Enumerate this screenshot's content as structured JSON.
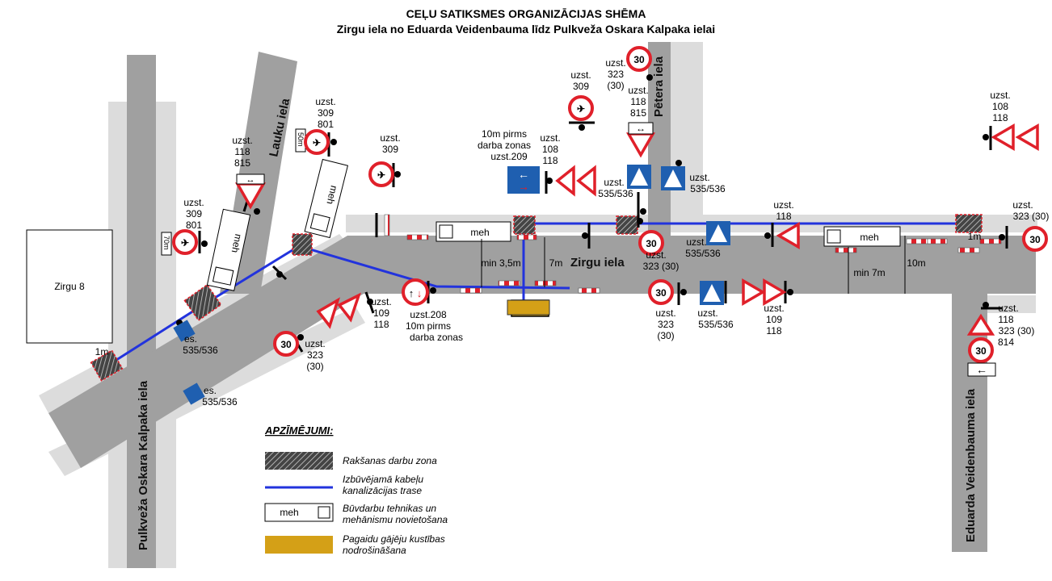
{
  "title": {
    "line1": "CEĻU SATIKSMES ORGANIZĀCIJAS SHĒMA",
    "line2": "Zirgu iela no Eduarda Veidenbauma līdz Pulkveža Oskara Kalpaka ielai"
  },
  "streets": {
    "zirgu": "Zirgu iela",
    "lauku": "Lauku iela",
    "petera": "Pētera iela",
    "kalpaka": "Pulkveža Oskara Kalpaka iela",
    "veidenbauma": "Eduarda Veidenbauma iela"
  },
  "building": "Zirgu 8",
  "vehicle_label": "meh",
  "dims": {
    "d1m": "1m",
    "d70m": "70m",
    "d50m": "50m",
    "min35": "min 3,5m",
    "d7m": "7m",
    "min7": "min 7m",
    "d10m": "10m"
  },
  "labels": {
    "s_309_801_a": [
      "uzst.",
      "309",
      "801"
    ],
    "s_118_815_a": [
      "uzst.",
      "118",
      "815"
    ],
    "s_309_801_b": [
      "uzst.",
      "309",
      "801"
    ],
    "s_309_c": [
      "uzst.",
      "309"
    ],
    "s_209": [
      "10m pirms",
      "darba zonas",
      "uzst.209"
    ],
    "s_108_118_a": [
      "uzst.",
      "108",
      "118"
    ],
    "s_309_d": [
      "uzst.",
      "309"
    ],
    "s_323_30_top": [
      "uzst.",
      "323",
      "(30)"
    ],
    "s_118_815_b": [
      "uzst.",
      "118",
      "815"
    ],
    "s_535_536_a": [
      "uzst.",
      "535/536"
    ],
    "s_535_536_b": [
      "uzst.",
      "535/536"
    ],
    "s_108_118_b": [
      "uzst.",
      "108",
      "118"
    ],
    "s_118_c": [
      "uzst.",
      "118"
    ],
    "s_323_30_right": [
      "uzst.",
      "323 (30)"
    ],
    "s_323_30_mid": [
      "uzst.",
      "323 (30)"
    ],
    "s_535_536_c": [
      "uzst.",
      "535/536"
    ],
    "s_323_30_low": [
      "uzst.",
      "323",
      "(30)"
    ],
    "s_535_536_d": [
      "uzst.",
      "535/536"
    ],
    "s_109_118_a": [
      "uzst.",
      "109",
      "118"
    ],
    "s_118_323_814": [
      "uzst.",
      "118",
      "323 (30)",
      "814"
    ],
    "s_208": [
      "uzst.208",
      "10m pirms",
      "darba zonas"
    ],
    "s_109_118_b": [
      "uzst.",
      "109",
      "118"
    ],
    "s_323_30_left": [
      "uzst.",
      "323",
      "(30)"
    ],
    "es_1": [
      "es.",
      "535/536"
    ],
    "es_2": [
      "es.",
      "535/536"
    ]
  },
  "speed_value": "30",
  "legend": {
    "title": "APZĪMĒJUMI:",
    "items": [
      {
        "key": "work_zone",
        "text": [
          "Rakšanas darbu zona"
        ]
      },
      {
        "key": "cable_route",
        "text": [
          "Izbūvējamā kabeļu",
          "kanalizācijas trase"
        ]
      },
      {
        "key": "machinery",
        "text": [
          "Būvdarbu tehnikas un",
          "mehānismu novietošana"
        ]
      },
      {
        "key": "pedestrian",
        "text": [
          "Pagaidu gājēju kustības",
          "nodrošināšana"
        ]
      }
    ]
  },
  "colors": {
    "road": "#a0a0a0",
    "sidewalk": "#dcdcdc",
    "cable": "#2233dd",
    "sign_red": "#e0202a",
    "sign_blue": "#1f5fb0",
    "pedestrian_bridge": "#d4a017"
  },
  "icons": [
    "speed-limit-sign",
    "no-pedestrians-sign",
    "roadworks-warning-sign",
    "narrowing-warning-sign",
    "priority-arrows-sign",
    "crosswalk-sign",
    "barrier-icon",
    "vehicle-icon",
    "direction-arrow-sign"
  ]
}
